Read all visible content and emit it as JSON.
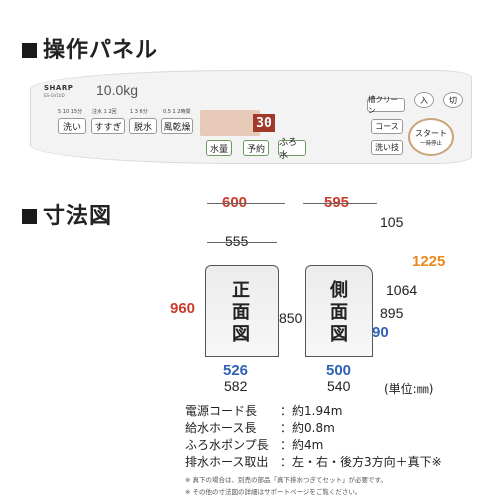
{
  "sections": {
    "panel_title": "操作パネル",
    "dimensions_title": "寸法図"
  },
  "panel": {
    "brand": "SHARP",
    "model": "ES-GV10D",
    "capacity": "10.0kg",
    "buttons": {
      "wash": "洗い",
      "rinse": "すすぎ",
      "spin": "脱水",
      "dry": "風乾燥",
      "water": "水量",
      "timer": "予約",
      "bath": "ふろ水",
      "tub_clean": "槽クリーン",
      "course": "コース",
      "wash_only": "洗い技",
      "power_on": "入",
      "power_off": "切",
      "start": "スタート",
      "start_sub": "一時停止"
    },
    "display_value": "30",
    "scales": {
      "wash": "5 10 15分",
      "rinse": "注水 1 2回",
      "spin": "1 3 6分",
      "dry": "0.5 1 2時間"
    }
  },
  "dimensions": {
    "front_label": "正面図",
    "side_label": "側面図",
    "front_total_width": "600",
    "front_inner_width": "555",
    "front_base_width_blue": "526",
    "front_base_width": "582",
    "height_red": "960",
    "height_850": "850",
    "side_total_width": "595",
    "side_top_depth": "105",
    "height_orange": "1225",
    "height_1064": "1064",
    "height_895": "895",
    "height_blue": "90",
    "side_base_depth_blue": "500",
    "side_base_depth": "540",
    "unit": "(単位:㎜)"
  },
  "specs": [
    {
      "key": "電源コード長",
      "value": "：約1.94m"
    },
    {
      "key": "給水ホース長",
      "value": "：約0.8m"
    },
    {
      "key": "ふろ水ポンプ長",
      "value": "：約4m"
    },
    {
      "key": "排水ホース取出",
      "value": "：左・右・後方3方向＋真下※"
    }
  ],
  "notes": [
    "※ 真下の場合は、別売の部品「真下排水つぎてセット」が必要です。",
    "※ その他の寸法図の詳細はサポートページをご覧ください。"
  ]
}
